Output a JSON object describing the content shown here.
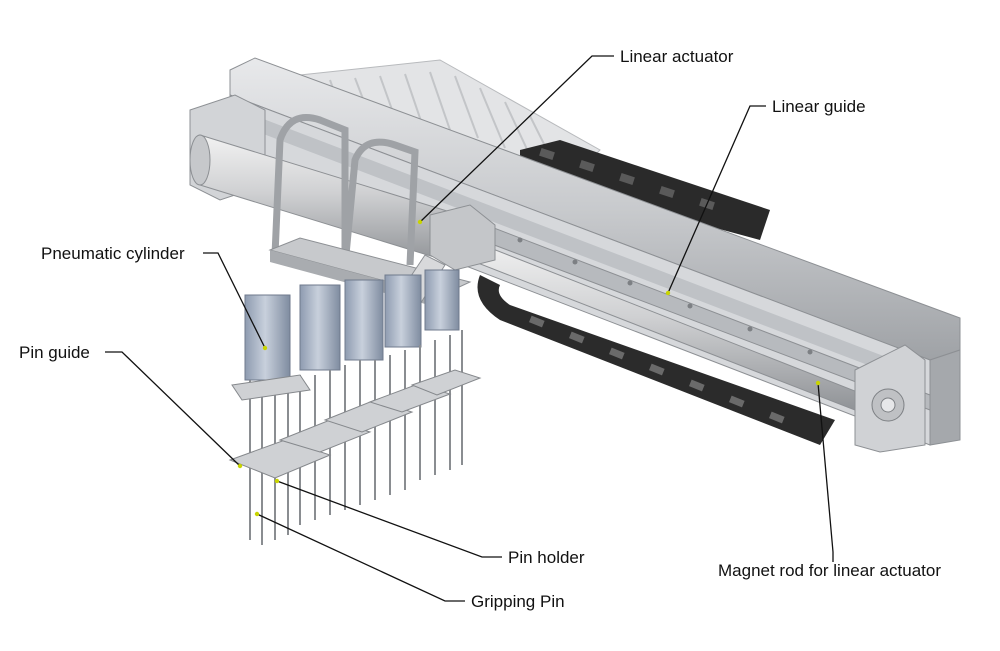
{
  "labels": {
    "linear_actuator": "Linear actuator",
    "linear_guide": "Linear guide",
    "pneumatic_cylinder": "Pneumatic cylinder",
    "pin_guide": "Pin guide",
    "pin_holder": "Pin holder",
    "gripping_pin": "Gripping Pin",
    "magnet_rod": "Magnet rod for linear actuator"
  },
  "colors": {
    "leader_line": "#111111",
    "anchor_dot": "#c8d400",
    "rail": "#c9cbce",
    "rail_dark": "#9ea1a5",
    "cable_chain": "#2a2a2a",
    "cylinder": "#a7b3c4"
  }
}
